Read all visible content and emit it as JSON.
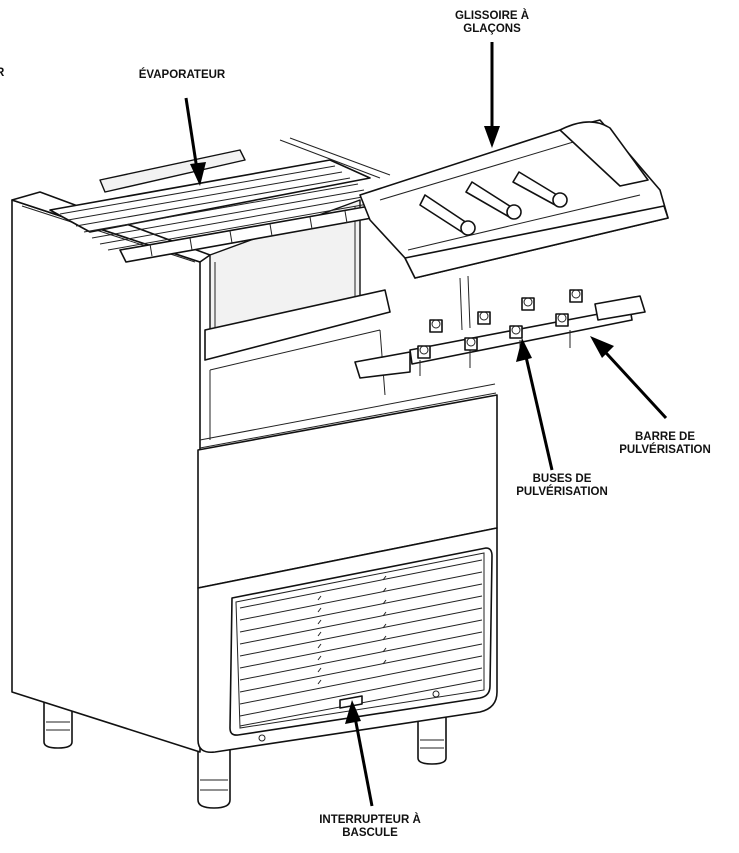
{
  "labels": {
    "edge_fragment": "R",
    "evaporator": "ÉVAPORATEUR",
    "ice_chute_l1": "GLISSOIRE À",
    "ice_chute_l2": "GLAÇONS",
    "spray_bar_l1": "BARRE DE",
    "spray_bar_l2": "PULVÉRISATION",
    "spray_nozzles_l1": "BUSES DE",
    "spray_nozzles_l2": "PULVÉRISATION",
    "toggle_switch_l1": "INTERRUPTEUR À",
    "toggle_switch_l2": "BASCULE"
  }
}
